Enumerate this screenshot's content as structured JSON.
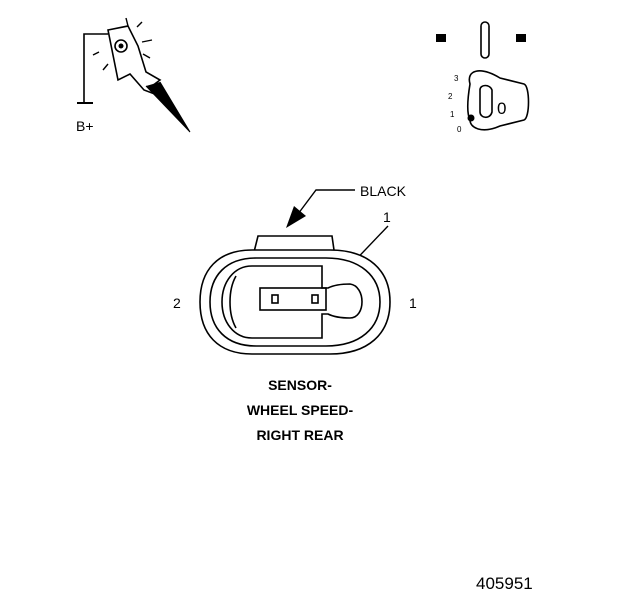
{
  "probe": {
    "label": "B+"
  },
  "ignition": {
    "positions": [
      "3",
      "2",
      "1",
      "0"
    ],
    "key_label": "0"
  },
  "connector": {
    "color_label": "BLACK",
    "callout_number": "1",
    "cavity_left": "2",
    "cavity_right": "1"
  },
  "caption": {
    "line1": "SENSOR-",
    "line2": "WHEEL SPEED-",
    "line3": "RIGHT REAR"
  },
  "figure_id": "405951"
}
